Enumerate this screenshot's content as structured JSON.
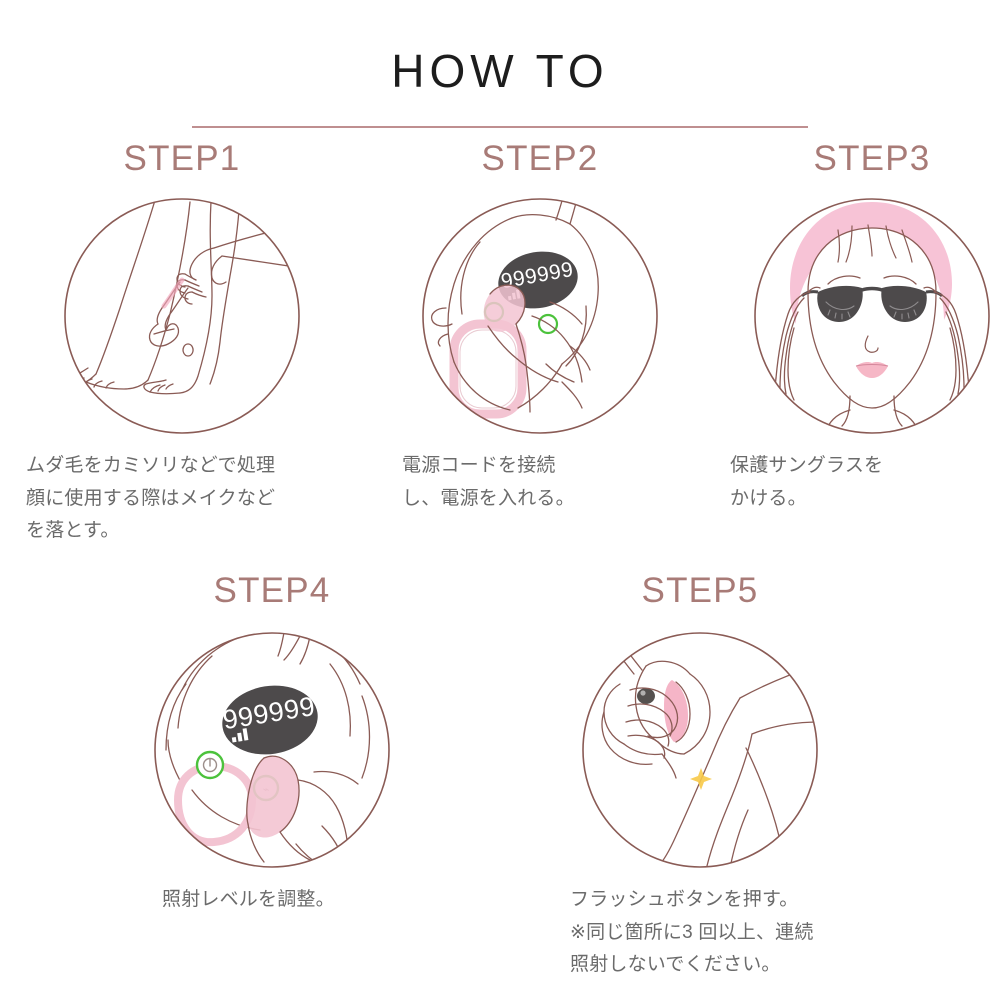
{
  "header": {
    "title": "HOW TO",
    "rule_color": "#bf8f90"
  },
  "colors": {
    "step_label": "#a87b77",
    "caption": "#6b6b6b",
    "line_art": "#8a5b55",
    "line_art_light": "#b08b86",
    "pink_accent": "#f3c4d2",
    "pink_soft": "#f7d7e0",
    "green_ring": "#4cc23c",
    "display_dark": "#4d4a4b",
    "spark": "#f7c948"
  },
  "steps": [
    {
      "label": "STEP1",
      "illustration": "legs-shaving-with-razor",
      "caption_lines": [
        "ムダ毛をカミソリなどで処理",
        "顔に使用する際はメイクなど",
        "を落とす。"
      ]
    },
    {
      "label": "STEP2",
      "illustration": "ipl-device-power-cord-connect",
      "display_value": "999999",
      "caption_lines": [
        "電源コードを接続",
        "し、電源を入れる。"
      ]
    },
    {
      "label": "STEP3",
      "illustration": "woman-wearing-protective-sunglasses",
      "caption_lines": [
        "保護サングラスを",
        "かける。"
      ]
    },
    {
      "label": "STEP4",
      "illustration": "ipl-device-adjust-level-buttons",
      "display_value": "999999",
      "caption_lines": [
        "照射レベルを調整。"
      ]
    },
    {
      "label": "STEP5",
      "illustration": "hand-pressing-flash-button-on-arm",
      "caption_lines": [
        "フラッシュボタンを押す。",
        "※同じ箇所に3 回以上、連続",
        "照射しないでください。"
      ]
    }
  ]
}
